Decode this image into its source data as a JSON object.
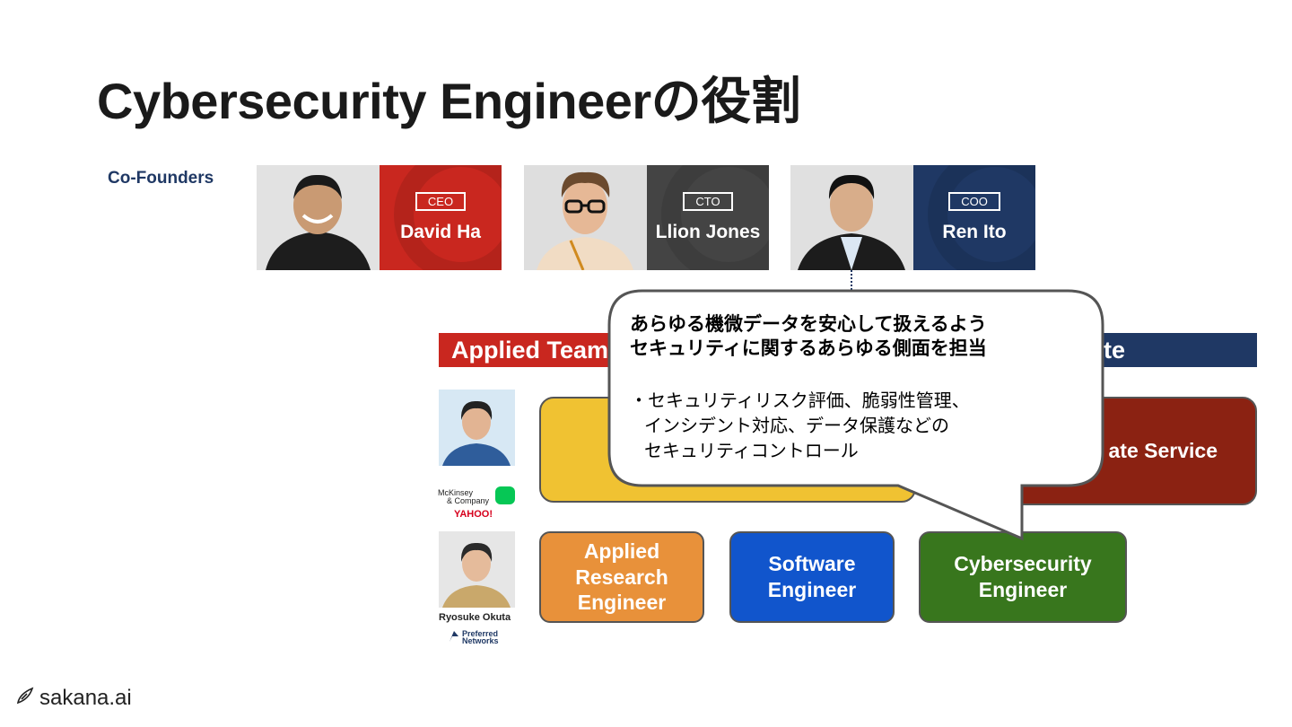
{
  "slide": {
    "title": "Cybersecurity Engineerの役割"
  },
  "cofounders": {
    "label": "Co-Founders",
    "people": [
      {
        "role": "CEO",
        "name": "David Ha",
        "color": "#c9271f"
      },
      {
        "role": "CTO",
        "name": "Llion Jones",
        "color": "#444444"
      },
      {
        "role": "COO",
        "name": "Ren Ito",
        "color": "#1f3864"
      }
    ]
  },
  "teams": {
    "applied_team": "Applied Team",
    "right_bar_suffix": "te",
    "red_box": "ate Service"
  },
  "roles": [
    {
      "label": "Applied\nResearch\nEngineer",
      "color": "#e8913a"
    },
    {
      "label": "Software\nEngineer",
      "color": "#1155cc"
    },
    {
      "label": "Cybersecurity\nEngineer",
      "color": "#38761d"
    }
  ],
  "members": {
    "person2_name": "Ryosuke Okuta",
    "logo_mckinsey_1": "McKinsey",
    "logo_mckinsey_2": "& Company",
    "logo_yahoo": "YAHOO!",
    "logo_pfn_1": "Preferred",
    "logo_pfn_2": "Networks"
  },
  "callout": {
    "line1": "あらゆる機微データを安心して扱えるよう",
    "line2": "セキュリティに関するあらゆる側面を担当",
    "bullet1": "・セキュリティリスク評価、脆弱性管理、",
    "bullet2": "インシデント対応、データ保護などの",
    "bullet3": "セキュリティコントロール"
  },
  "footer": {
    "brand": "sakana.ai"
  }
}
